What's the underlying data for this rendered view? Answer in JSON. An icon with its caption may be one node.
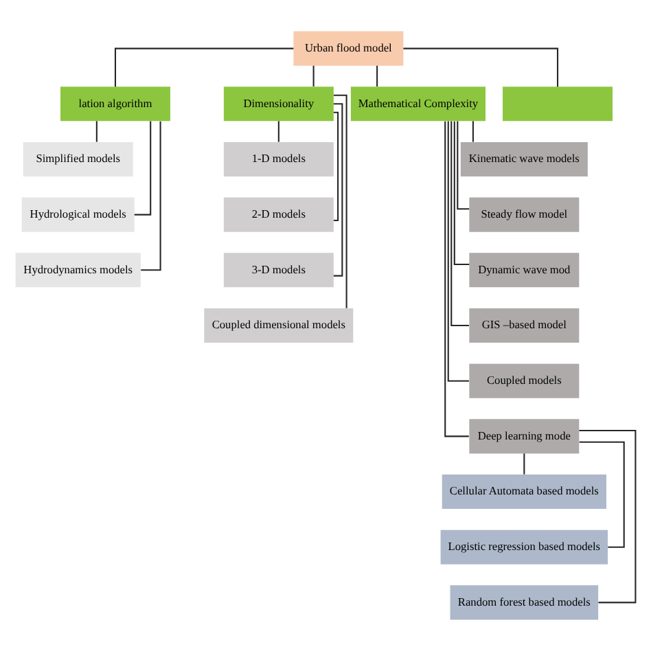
{
  "diagram": {
    "nodes": [
      {
        "text": [
          "Urban flood model"
        ]
      },
      {
        "text": [
          "lation algorithm"
        ]
      },
      {
        "text": [
          "Dimensionality"
        ]
      },
      {
        "text": [
          "Mathematical Complexity"
        ]
      },
      {
        "text": [],
        "shape": "box"
      },
      {
        "text": [
          "Simplified models"
        ]
      },
      {
        "text": [
          "Hydrological models"
        ]
      },
      {
        "text": [
          "Hydrodynamics models"
        ]
      },
      {
        "text": [
          "1-D models"
        ]
      },
      {
        "text": [
          "2-D models"
        ]
      },
      {
        "text": [
          "3-D models"
        ]
      },
      {
        "text": [
          "Coupled dimensional models"
        ]
      },
      {
        "text": [
          "Kinematic wave models"
        ]
      },
      {
        "text": [
          "Steady flow model"
        ]
      },
      {
        "text": [
          "Dynamic wave mod"
        ]
      },
      {
        "text": [
          "GIS –based model"
        ]
      },
      {
        "text": [
          "Coupled models"
        ]
      },
      {
        "text": [
          "Deep learning mode"
        ]
      },
      {
        "text": [
          "Cellular Automata based models"
        ]
      },
      {
        "text": [
          "Logistic regression based models"
        ]
      },
      {
        "text": [
          "Random forest based models"
        ]
      }
    ],
    "edges": [
      {
        "from": 0,
        "to": 1,
        "arrow": "none"
      },
      {
        "from": 0,
        "to": 2,
        "arrow": "none"
      },
      {
        "from": 0,
        "to": 3,
        "arrow": "none"
      },
      {
        "from": 0,
        "to": 4,
        "arrow": "none"
      },
      {
        "from": 1,
        "to": 5,
        "arrow": "none"
      },
      {
        "from": 1,
        "to": 6,
        "arrow": "none"
      },
      {
        "from": 1,
        "to": 7,
        "arrow": "none"
      },
      {
        "from": 2,
        "to": 8,
        "arrow": "none"
      },
      {
        "from": 2,
        "to": 9,
        "arrow": "none"
      },
      {
        "from": 2,
        "to": 10,
        "arrow": "none"
      },
      {
        "from": 2,
        "to": 11,
        "arrow": "none"
      },
      {
        "from": 3,
        "to": 12,
        "arrow": "none"
      },
      {
        "from": 3,
        "to": 13,
        "arrow": "none"
      },
      {
        "from": 3,
        "to": 14,
        "arrow": "none"
      },
      {
        "from": 3,
        "to": 15,
        "arrow": "none"
      },
      {
        "from": 3,
        "to": 16,
        "arrow": "none"
      },
      {
        "from": 3,
        "to": 17,
        "arrow": "none"
      },
      {
        "from": 17,
        "to": 18,
        "arrow": "none"
      },
      {
        "from": 17,
        "to": 19,
        "arrow": "none"
      },
      {
        "from": 17,
        "to": 20,
        "arrow": "none"
      }
    ]
  }
}
